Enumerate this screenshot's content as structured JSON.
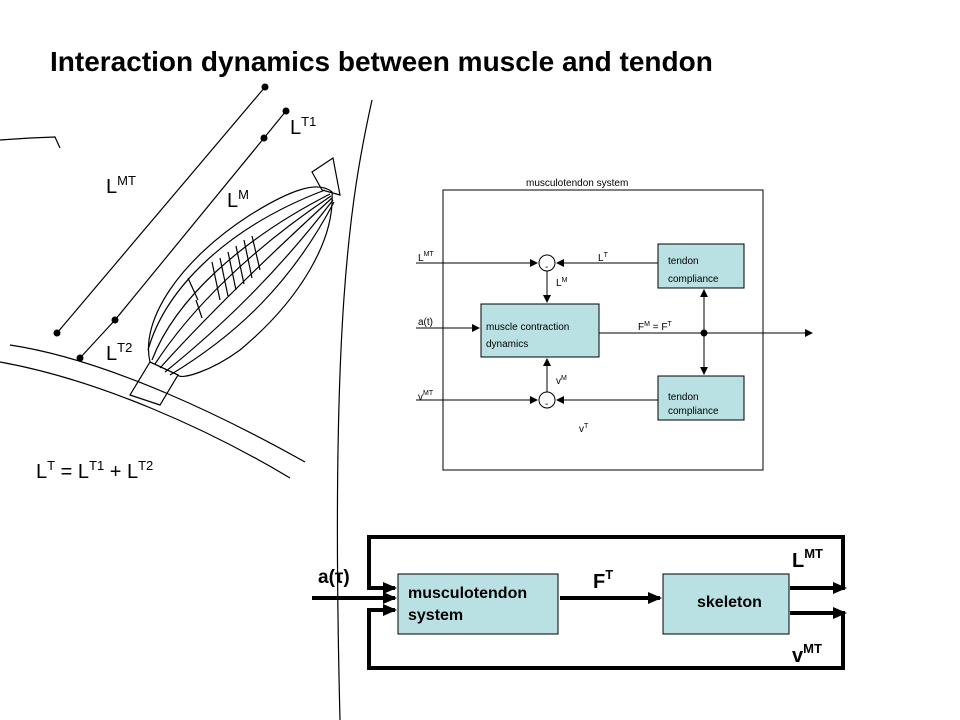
{
  "title": "Interaction dynamics between muscle and tendon",
  "anatomy": {
    "l_mt": "L",
    "l_mt_sup": "MT",
    "l_t1": "L",
    "l_t1_sup": "T1",
    "l_m": "L",
    "l_m_sup": "M",
    "l_t2": "L",
    "l_t2_sup": "T2",
    "equation": {
      "l1": "L",
      "s1": "T",
      "eq": " = ",
      "l2": "L",
      "s2": "T1",
      "plus": " + ",
      "l3": "L",
      "s3": "T2"
    }
  },
  "system_block": {
    "title": "musculotendon system",
    "in_lmt": "L",
    "in_lmt_sup": "MT",
    "in_a": "a(t)",
    "in_vmt": "v",
    "in_vmt_sup": "MT",
    "sum_top": "-",
    "sum_bottom": "-",
    "lt": "L",
    "lt_sup": "T",
    "lm": "L",
    "lm_sup": "M",
    "vm": "v",
    "vm_sup": "M",
    "vt": "v",
    "vt_sup": "T",
    "muscle_block": [
      "muscle contraction",
      "dynamics"
    ],
    "tendon_top": [
      "tendon",
      "compliance"
    ],
    "tendon_bottom": [
      "tendon",
      "compliance"
    ],
    "force": {
      "f1": "F",
      "s1": "M",
      "eq": " = F",
      "s2": "T"
    }
  },
  "loop": {
    "input": "a(τ)",
    "musculotendon": [
      "musculotendon",
      "system"
    ],
    "skeleton": "skeleton",
    "force": "F",
    "force_sup": "T",
    "lmt": "L",
    "lmt_sup": "MT",
    "vmt": "v",
    "vmt_sup": "MT"
  },
  "colors": {
    "block_fill": "#b9e1e3",
    "line": "#000000"
  }
}
